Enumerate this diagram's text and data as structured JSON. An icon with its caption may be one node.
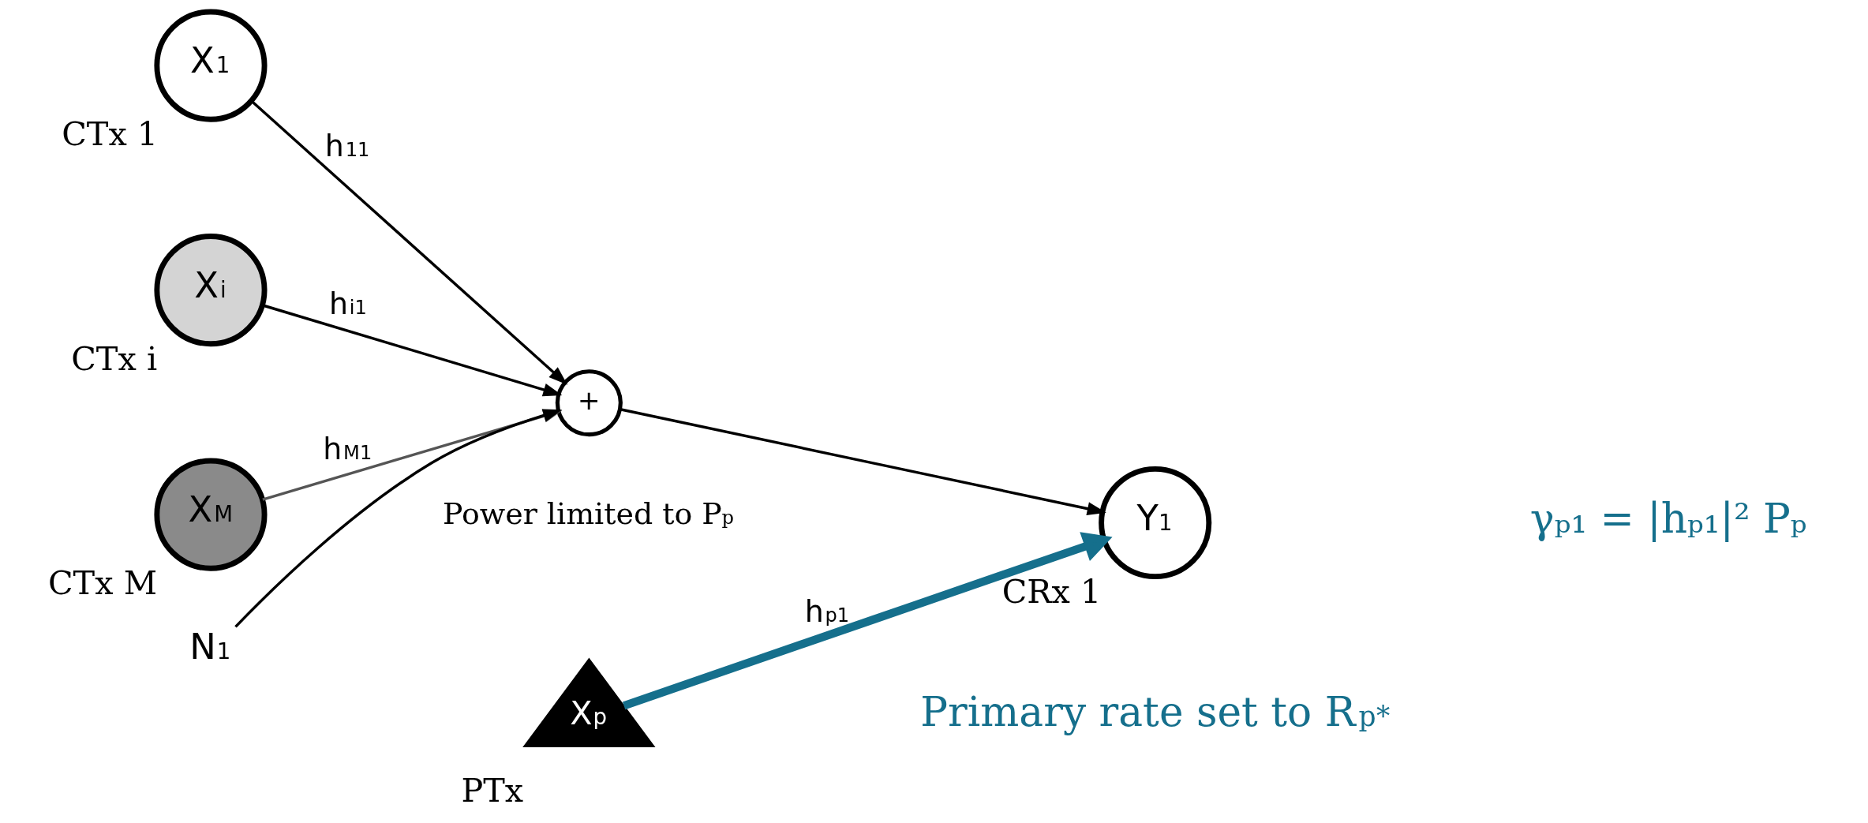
{
  "diagram": {
    "nodes": [
      {
        "text": [
          "X$_{1}$"
        ],
        "beside": [
          "CTx 1"
        ]
      },
      {
        "text": [
          "X$_{i}$"
        ],
        "beside": [
          "CTx i"
        ]
      },
      {
        "text": [
          "X$_{M}$"
        ],
        "beside": [
          "CTx M"
        ]
      },
      {
        "text": [
          "+"
        ]
      },
      {
        "text": [
          "Y$_{1}$"
        ],
        "beside": [
          "CRx 1"
        ]
      },
      {
        "text": [
          "X$_{p}$"
        ],
        "beside": [
          "PTx"
        ]
      },
      {
        "text": [
          "N$_{1}$"
        ]
      }
    ],
    "edges": [
      {
        "from": 0,
        "to": 3,
        "arrow": "to",
        "label": "h$_{11}$"
      },
      {
        "from": 1,
        "to": 3,
        "arrow": "to",
        "label": "h$_{i1}$"
      },
      {
        "from": 2,
        "to": 3,
        "arrow": "to",
        "label": "h$_{M1}$",
        "color": "#555555"
      },
      {
        "from": 6,
        "to": 3,
        "arrow": "to"
      },
      {
        "from": 3,
        "to": 4,
        "arrow": "to"
      },
      {
        "from": 5,
        "to": 4,
        "arrow": "to",
        "label": "h$_{p1}$",
        "style": "thick",
        "color": "#156f8c"
      }
    ],
    "labels": [
      "γₚ₁ = |hₚ₁|² Pₚ",
      "Primary rate set to R$_{p}$$^{*}$",
      "Power limited to P$_{p}$"
    ]
  }
}
